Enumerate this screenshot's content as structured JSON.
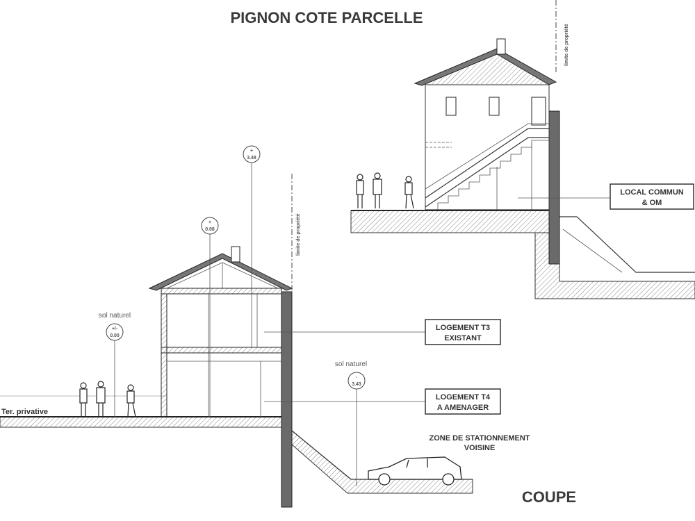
{
  "title": "PIGNON COTE PARCELLE",
  "subtitle": "COUPE",
  "property_limit_label": "limite de propriété",
  "levels": [
    {
      "sign": "+",
      "value": "0.08"
    },
    {
      "sign": "+",
      "value": "3.48"
    },
    {
      "sign": "+/-",
      "value": "0.00",
      "caption": "sol naturel"
    },
    {
      "sign": "-",
      "value": "3.43",
      "caption": "sol naturel"
    }
  ],
  "labels": {
    "t3": [
      "LOGEMENT T3",
      "EXISTANT"
    ],
    "t4": [
      "LOGEMENT T4",
      "A AMENAGER"
    ],
    "local": [
      "LOCAL COMMUN",
      "& OM"
    ],
    "parking": [
      "ZONE DE STATIONNEMENT",
      "VOISINE"
    ],
    "terrace": "Ter. privative"
  }
}
